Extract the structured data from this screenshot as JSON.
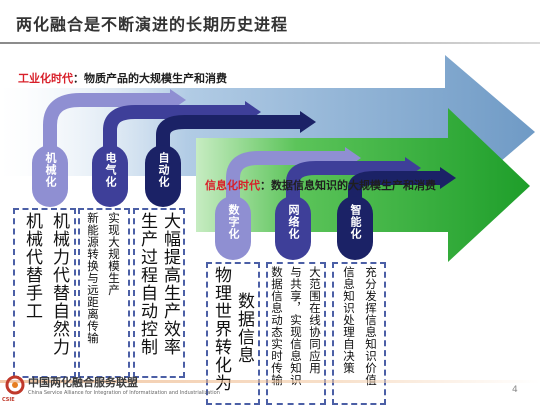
{
  "header": {
    "title": "两化融合是不断演进的长期历史进程"
  },
  "colors": {
    "industrial_arrow": "#7da7cf",
    "info_arrow": "#32b03a",
    "dark_nav": "#1b2266",
    "light_purple": "#8f8fd2",
    "title_red": "#d8202a",
    "box_border": "#4b5fa6"
  },
  "eras": [
    {
      "name": "工业化时代",
      "sep": "：",
      "desc": "物质产品的大规模生产和消费"
    },
    {
      "name": "信息化时代",
      "sep": "：",
      "desc": "数据信息知识的大规模生产和消费"
    }
  ],
  "stages": [
    {
      "label": "机械化",
      "lines": [
        "机械力代替自然力",
        "机械代替手工"
      ]
    },
    {
      "label": "电气化",
      "lines": [
        "实现大规模生产",
        "新能源转换与远距离传输"
      ]
    },
    {
      "label": "自动化",
      "lines": [
        "大幅提高生产效率",
        "生产过程自动控制"
      ]
    },
    {
      "label": "数字化",
      "lines": [
        "数据信息",
        "物理世界转化为"
      ]
    },
    {
      "label": "网络化",
      "lines": [
        "大范围在线协同应用",
        "与共享，实现信息知识",
        "数据信息动态实时传输"
      ]
    },
    {
      "label": "智能化",
      "lines": [
        "充分发挥信息知识价值",
        "信息知识处理自决策"
      ]
    }
  ],
  "footer": {
    "org_name": "中国两化融合服务联盟",
    "org_name_en": "China Service Alliance for Integration of Informatization and Industrialization",
    "logo_text": "CSIE",
    "page_number": "4"
  }
}
